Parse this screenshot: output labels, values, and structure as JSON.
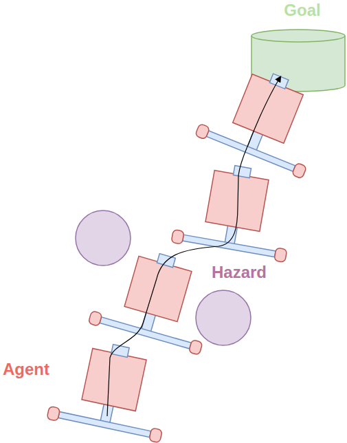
{
  "diagram": {
    "nodes": [
      {
        "text": [
          "Goal"
        ]
      }
    ],
    "labels": [
      "Hazard",
      "Agent"
    ]
  }
}
